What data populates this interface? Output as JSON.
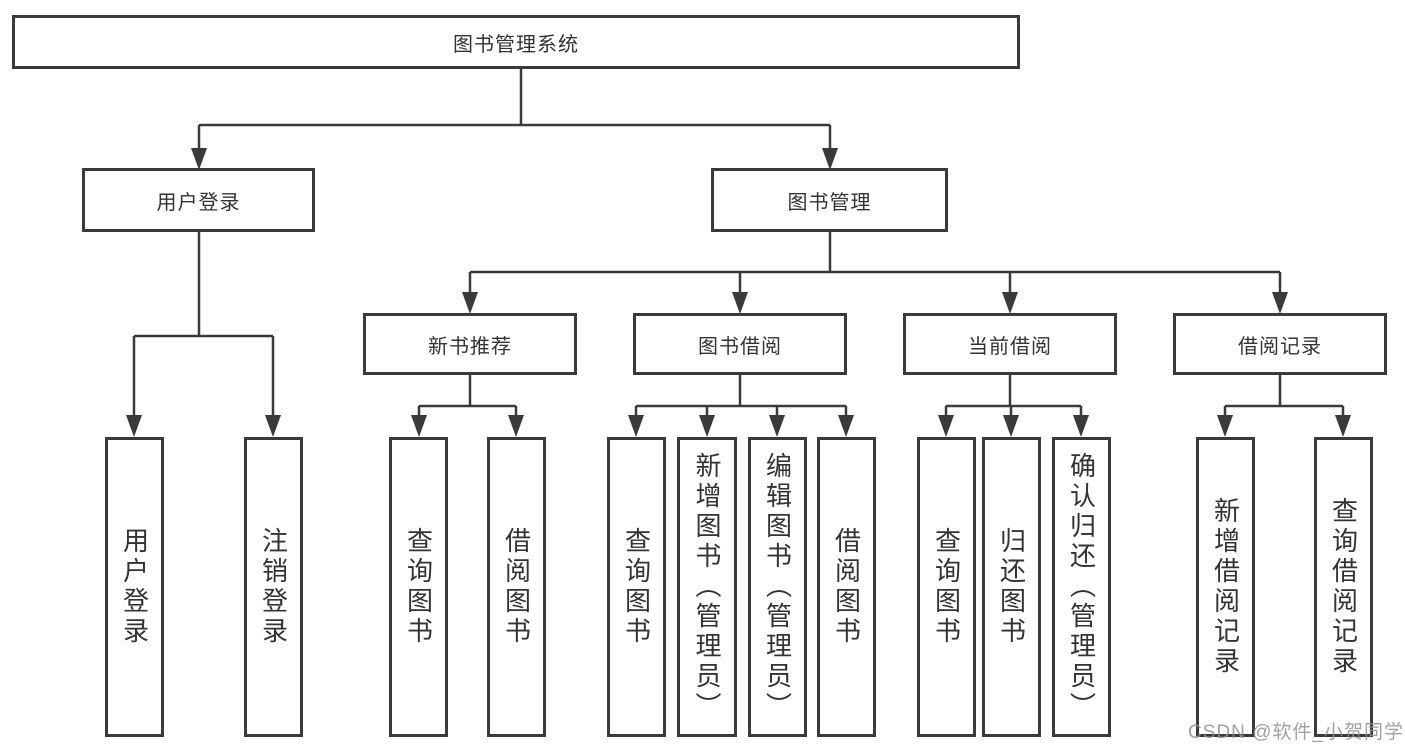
{
  "tree": {
    "root": {
      "label": "图书管理系统"
    },
    "level2": [
      {
        "id": "user-login",
        "label": "用户登录"
      },
      {
        "id": "book-management",
        "label": "图书管理"
      }
    ],
    "level3": [
      {
        "id": "new-book-recommend",
        "label": "新书推荐",
        "parent": "图书管理"
      },
      {
        "id": "book-borrow",
        "label": "图书借阅",
        "parent": "图书管理"
      },
      {
        "id": "current-borrow",
        "label": "当前借阅",
        "parent": "图书管理"
      },
      {
        "id": "borrow-records",
        "label": "借阅记录",
        "parent": "图书管理"
      }
    ],
    "leaves": [
      {
        "label": "用户登录",
        "parent": "用户登录"
      },
      {
        "label": "注销登录",
        "parent": "用户登录"
      },
      {
        "label": "查询图书",
        "parent": "新书推荐"
      },
      {
        "label": "借阅图书",
        "parent": "新书推荐"
      },
      {
        "label": "查询图书",
        "parent": "图书借阅"
      },
      {
        "label": "新增图书（管理员）",
        "parent": "图书借阅"
      },
      {
        "label": "编辑图书（管理员）",
        "parent": "图书借阅"
      },
      {
        "label": "借阅图书",
        "parent": "图书借阅"
      },
      {
        "label": "查询图书",
        "parent": "当前借阅"
      },
      {
        "label": "归还图书",
        "parent": "当前借阅"
      },
      {
        "label": "确认归还（管理员）",
        "parent": "当前借阅"
      },
      {
        "label": "新增借阅记录",
        "parent": "借阅记录"
      },
      {
        "label": "查询借阅记录",
        "parent": "借阅记录"
      }
    ]
  },
  "watermark": {
    "text": "CSDN @软件_小贺同学"
  },
  "colors": {
    "line": "#3a3a3a",
    "box_border": "#3a3a3a",
    "text": "#333333",
    "background": "#ffffff",
    "watermark": "#919191"
  }
}
